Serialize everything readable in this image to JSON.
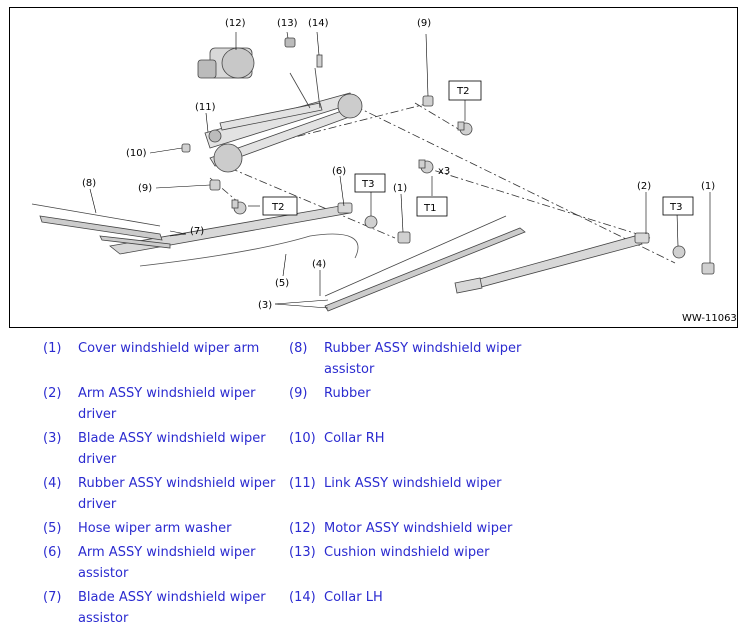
{
  "diagram": {
    "figure_id": "WW-11063",
    "callouts": {
      "c1a": "(1)",
      "c1b": "(1)",
      "c2": "(2)",
      "c3": "(3)",
      "c4": "(4)",
      "c5": "(5)",
      "c6": "(6)",
      "c7": "(7)",
      "c8": "(8)",
      "c9a": "(9)",
      "c9b": "(9)",
      "c10": "(10)",
      "c11": "(11)",
      "c12": "(12)",
      "c13": "(13)",
      "c14": "(14)"
    },
    "torque_labels": {
      "t2_top": "T2",
      "t1": "T1",
      "t3_mid": "T3",
      "t2_left": "T2",
      "t3_right": "T3"
    },
    "quantity_label": "x3"
  },
  "legend": {
    "items": [
      {
        "num": "(1)",
        "text": "Cover windshield wiper arm"
      },
      {
        "num": "(2)",
        "text": "Arm ASSY windshield wiper driver"
      },
      {
        "num": "(3)",
        "text": "Blade ASSY windshield wiper driver"
      },
      {
        "num": "(4)",
        "text": "Rubber ASSY windshield wiper driver"
      },
      {
        "num": "(5)",
        "text": "Hose wiper arm washer"
      },
      {
        "num": "(6)",
        "text": "Arm ASSY windshield wiper assistor"
      },
      {
        "num": "(7)",
        "text": "Blade ASSY windshield wiper assistor"
      },
      {
        "num": "(8)",
        "text": "Rubber ASSY windshield wiper assistor"
      },
      {
        "num": "(9)",
        "text": "Rubber"
      },
      {
        "num": "(10)",
        "text": "Collar RH"
      },
      {
        "num": "(11)",
        "text": "Link ASSY windshield wiper"
      },
      {
        "num": "(12)",
        "text": "Motor ASSY windshield wiper"
      },
      {
        "num": "(13)",
        "text": "Cushion windshield wiper"
      },
      {
        "num": "(14)",
        "text": "Collar LH"
      }
    ]
  }
}
